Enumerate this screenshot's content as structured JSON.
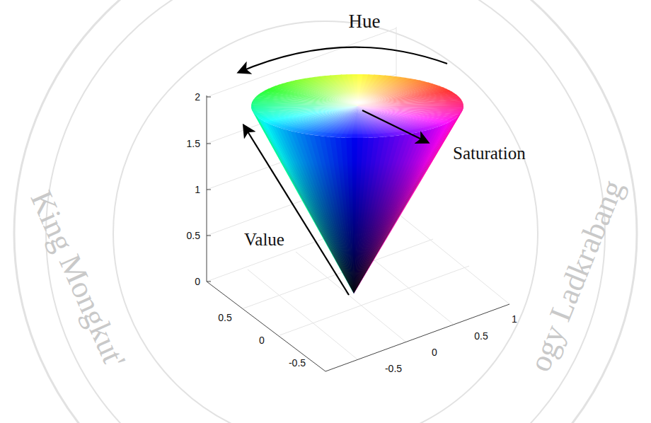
{
  "diagram": {
    "labels": [
      "Hue",
      "Saturation",
      "Value",
      "2",
      "1.5",
      "1",
      "0.5",
      "0",
      "0.5",
      "0",
      "-0.5",
      "1",
      "0.5",
      "0",
      "-0.5",
      "King Mongkut'",
      "ogy Ladkrabang"
    ]
  }
}
